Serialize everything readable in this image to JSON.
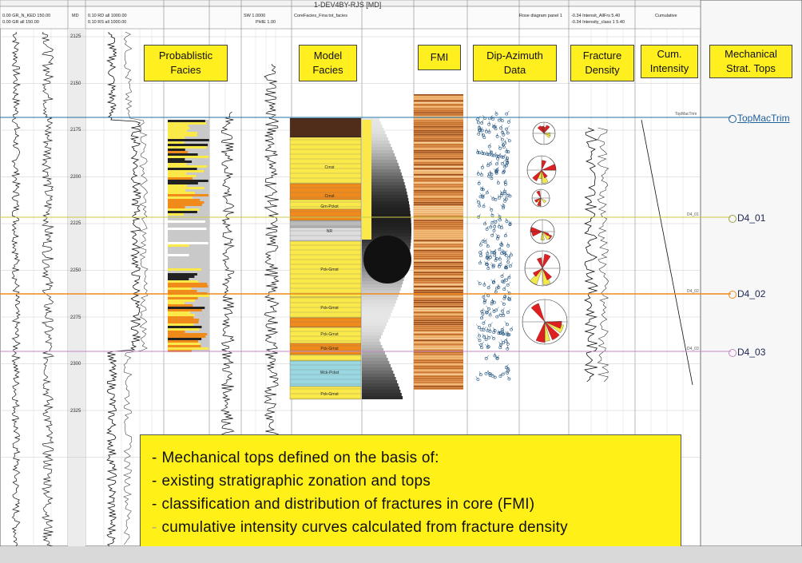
{
  "window": {
    "title": "1-DEV4BY-RJS [MD]"
  },
  "track_headers": {
    "gr_top": "0.00  GR_N_KED  150.00",
    "gr_bot": "0.00  GR all  150.00",
    "md": "MD",
    "rd_top": "0.10  RD all  1000.00",
    "rs_bot": "0.10  RS all  1000.00",
    "sw_top": "SW  1.0000",
    "phie_bot": "PHIE  1.00",
    "facies": "CoreFacies_Fina  tot_facies",
    "rose": "Rose diagram panel 1",
    "intensity_top": "-0.34  Intensit_AllFrs  5.40",
    "intensity_bot": "-0.34  Intensity_class 1  5.40",
    "cumulative": "Cumulative"
  },
  "tags": [
    {
      "id": "probabilistic-facies",
      "text_line1": "Probablistic",
      "text_line2": "Facies"
    },
    {
      "id": "model-facies",
      "text_line1": "Model",
      "text_line2": "Facies"
    },
    {
      "id": "fmi",
      "text_line1": "FMI",
      "text_line2": ""
    },
    {
      "id": "dip-azimuth",
      "text_line1": "Dip-Azimuth",
      "text_line2": "Data"
    },
    {
      "id": "fracture-density",
      "text_line1": "Fracture",
      "text_line2": "Density"
    },
    {
      "id": "cum-intensity",
      "text_line1": "Cum.",
      "text_line2": "Intensity"
    },
    {
      "id": "mech-tops",
      "text_line1": "Mechanical",
      "text_line2": "Strat. Tops"
    }
  ],
  "tops": [
    {
      "name": "TopMacTrim",
      "color": "#1f6fa0",
      "small": "TopMacTrim"
    },
    {
      "name": "D4_01",
      "color": "#c9c94a",
      "small": "D4_01"
    },
    {
      "name": "D4_02",
      "color": "#f08a1a",
      "small": "D4_02"
    },
    {
      "name": "D4_03",
      "color": "#c48ac4",
      "small": "D4_03"
    }
  ],
  "depths": [
    "2125",
    "2150",
    "2175",
    "2200",
    "2225",
    "2250",
    "2275",
    "2300",
    "2325"
  ],
  "facies_labels": [
    "Crnst",
    "Crnst",
    "Grn-Pckst",
    "NR",
    "Pck-Grnst",
    "Pck-Grnst",
    "Pck-Grnst",
    "Pck-Grnst",
    "Wck-Pckst",
    "Pck-Grnst"
  ],
  "bullets": [
    "Mechanical tops defined on the basis of:",
    "existing stratigraphic zonation and tops",
    "classification and distribution of fractures in core (FMI)",
    "cumulative intensity curves calculated from fracture density"
  ],
  "colors": {
    "tag_bg": "#ffef1e",
    "facies_yellow": "#fbe94a",
    "facies_orange": "#f08a1a",
    "facies_gray": "#c9c9c9",
    "facies_cyan": "#99d8e0",
    "fmi_brown": "#b8621c"
  }
}
